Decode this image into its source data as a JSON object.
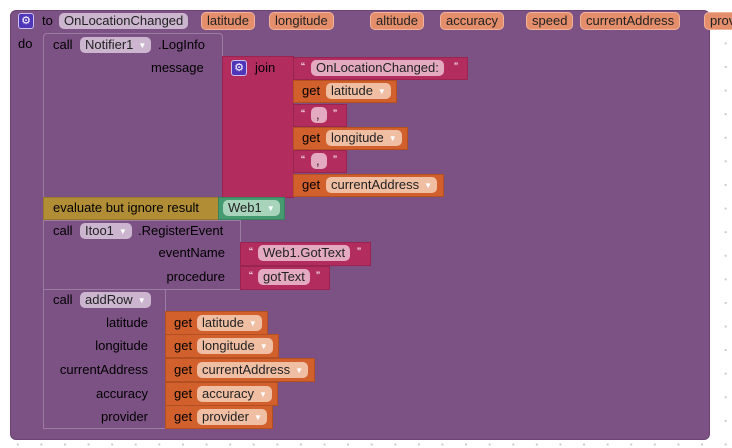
{
  "event": {
    "to": "to",
    "name": "OnLocationChanged",
    "params": [
      "latitude",
      "longitude",
      "altitude",
      "accuracy",
      "speed",
      "currentAddress",
      "provider"
    ],
    "do": "do"
  },
  "logInfo": {
    "call": "call",
    "component": "Notifier1",
    "method": ".LogInfo",
    "arg": "message",
    "join": "join",
    "items": [
      {
        "type": "text",
        "value": "OnLocationChanged:"
      },
      {
        "type": "get",
        "label": "get",
        "value": "latitude"
      },
      {
        "type": "text",
        "value": ","
      },
      {
        "type": "get",
        "label": "get",
        "value": "longitude"
      },
      {
        "type": "text",
        "value": ","
      },
      {
        "type": "get",
        "label": "get",
        "value": "currentAddress"
      }
    ]
  },
  "evaluate": {
    "label": "evaluate but ignore result",
    "component": "Web1"
  },
  "register": {
    "call": "call",
    "component": "Itoo1",
    "method": ".RegisterEvent",
    "args": [
      {
        "name": "eventName",
        "value": "Web1.GotText"
      },
      {
        "name": "procedure",
        "value": "gotText"
      }
    ]
  },
  "addRow": {
    "call": "call",
    "procedure": "addRow",
    "args": [
      {
        "name": "latitude",
        "get": "get",
        "value": "latitude"
      },
      {
        "name": "longitude",
        "get": "get",
        "value": "longitude"
      },
      {
        "name": "currentAddress",
        "get": "get",
        "value": "currentAddress"
      },
      {
        "name": "accuracy",
        "get": "get",
        "value": "accuracy"
      },
      {
        "name": "provider",
        "get": "get",
        "value": "provider"
      }
    ]
  },
  "quotes": {
    "open": "“",
    "close": "”"
  },
  "colors": {
    "event": "#7c5284",
    "text": "#b22c5e",
    "get": "#d1602c",
    "control": "#b18e35",
    "component": "#459a6f"
  }
}
